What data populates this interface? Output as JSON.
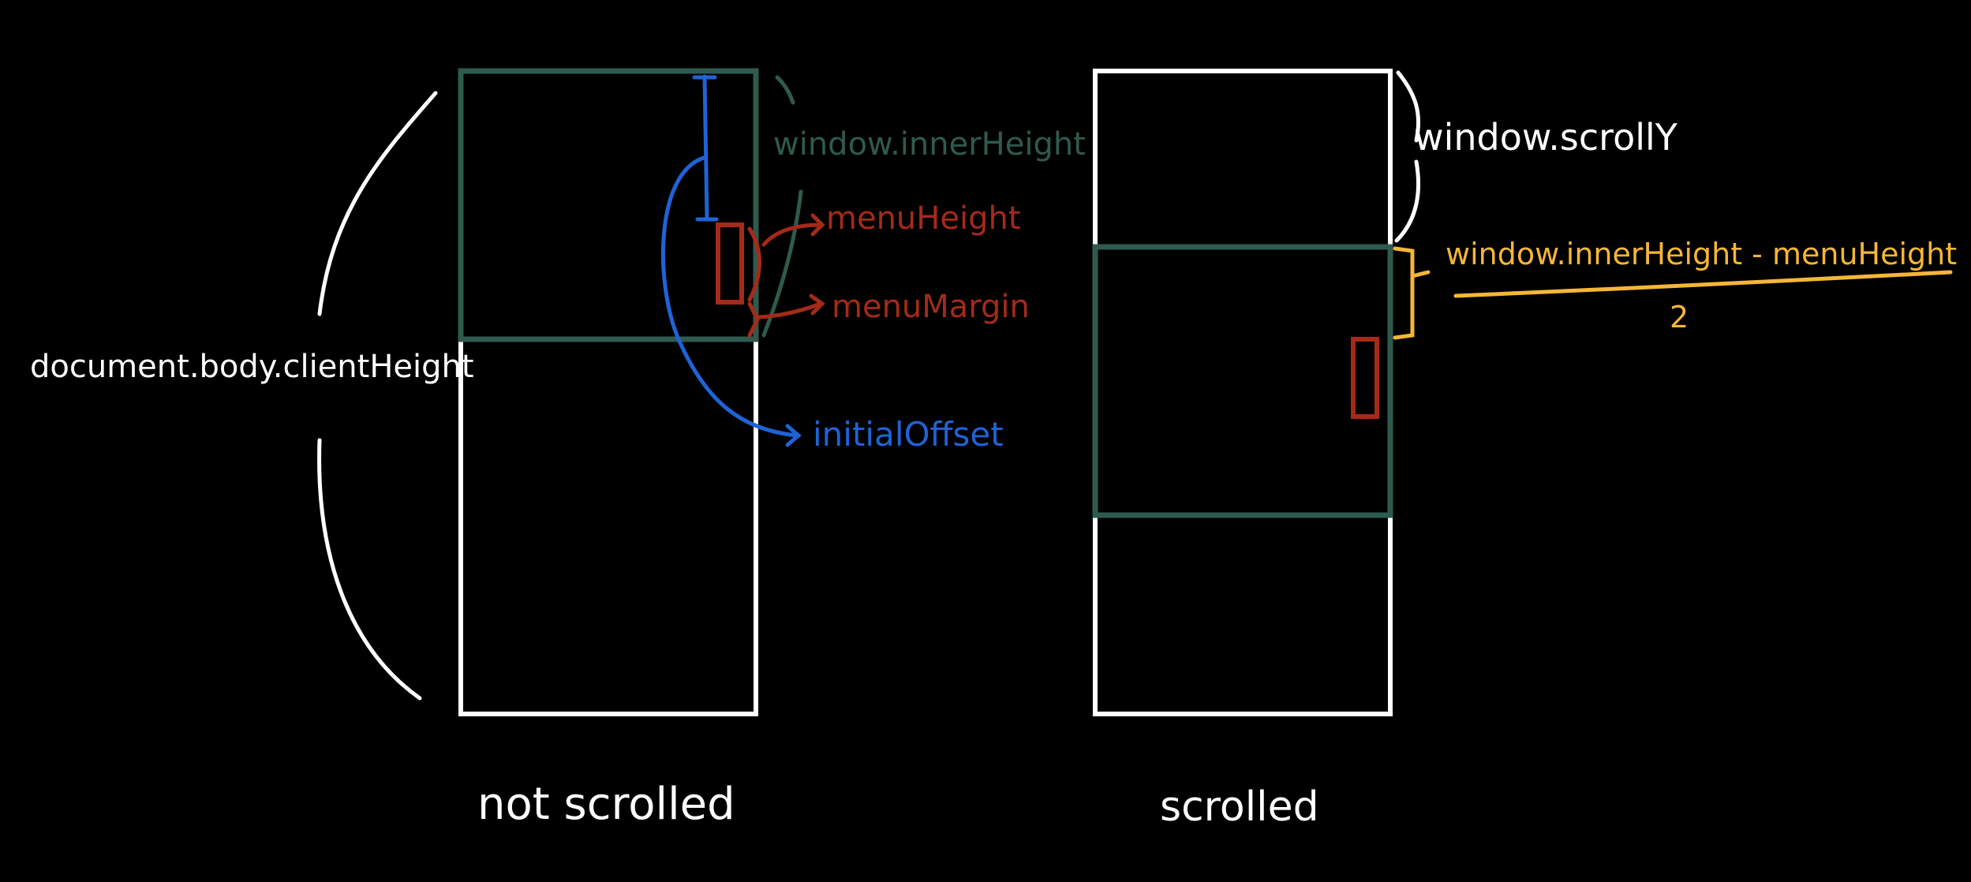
{
  "colors": {
    "background": "#000000",
    "page": "#ffffff",
    "viewport": "#2f5a4f",
    "menu": "#a52a1a",
    "offset": "#1f63d6",
    "centering": "#f5b638"
  },
  "labels": {
    "client_height": "document.body.clientHeight",
    "inner_height": "window.innerHeight",
    "menu_height": "menuHeight",
    "menu_margin": "menuMargin",
    "initial_offset": "initialOffset",
    "scroll_y": "window.scrollY",
    "formula_numerator": "window.innerHeight - menuHeight",
    "formula_denominator": "2",
    "caption_not_scrolled": "not scrolled",
    "caption_scrolled": "scrolled"
  }
}
